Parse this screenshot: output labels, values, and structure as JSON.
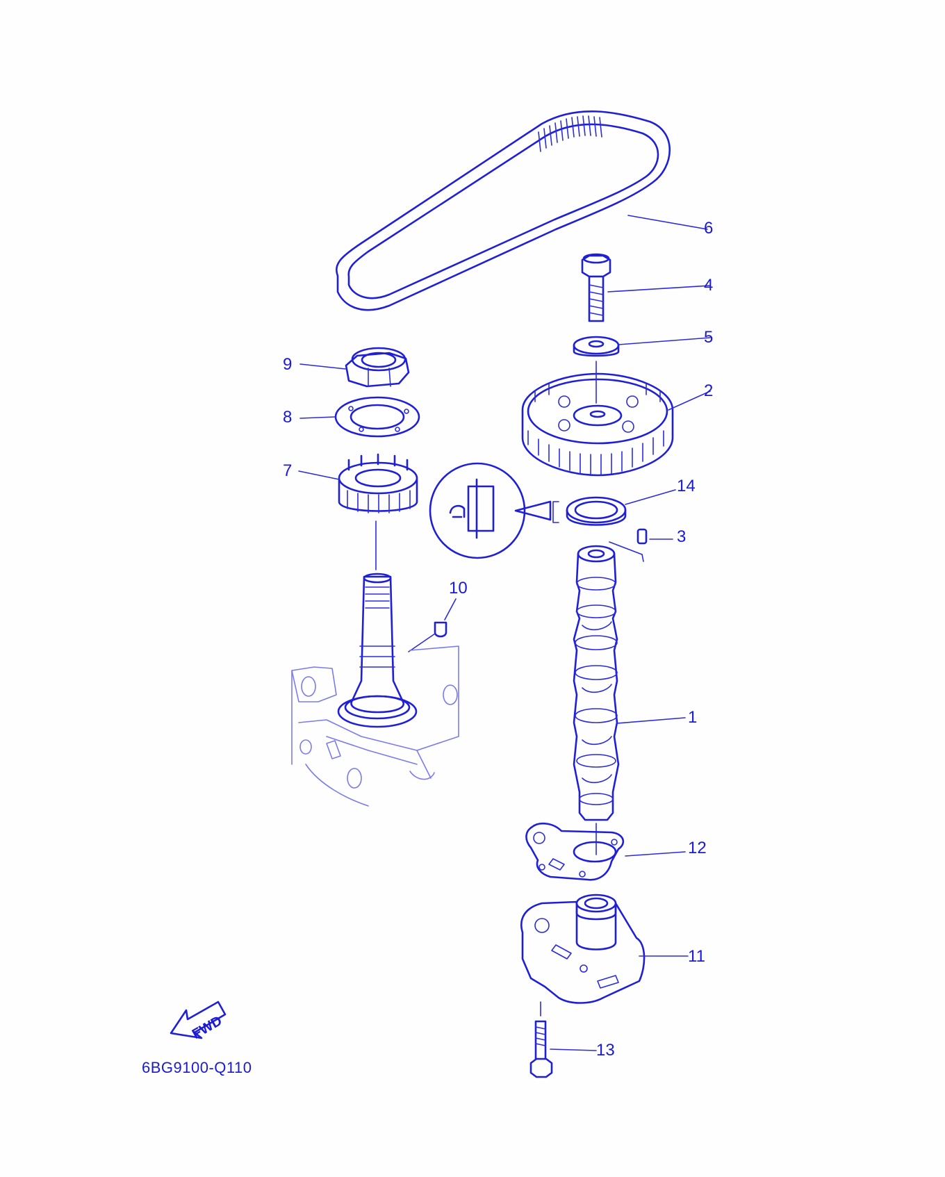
{
  "diagram_code": "6BG9100-Q110",
  "fwd_label": "FWD",
  "callouts": {
    "c1": "1",
    "c2": "2",
    "c3": "3",
    "c4": "4",
    "c5": "5",
    "c6": "6",
    "c7": "7",
    "c8": "8",
    "c9": "9",
    "c10": "10",
    "c11": "11",
    "c12": "12",
    "c13": "13",
    "c14": "14"
  },
  "colors": {
    "line": "#1f1fd8",
    "background": "#fefefe"
  }
}
